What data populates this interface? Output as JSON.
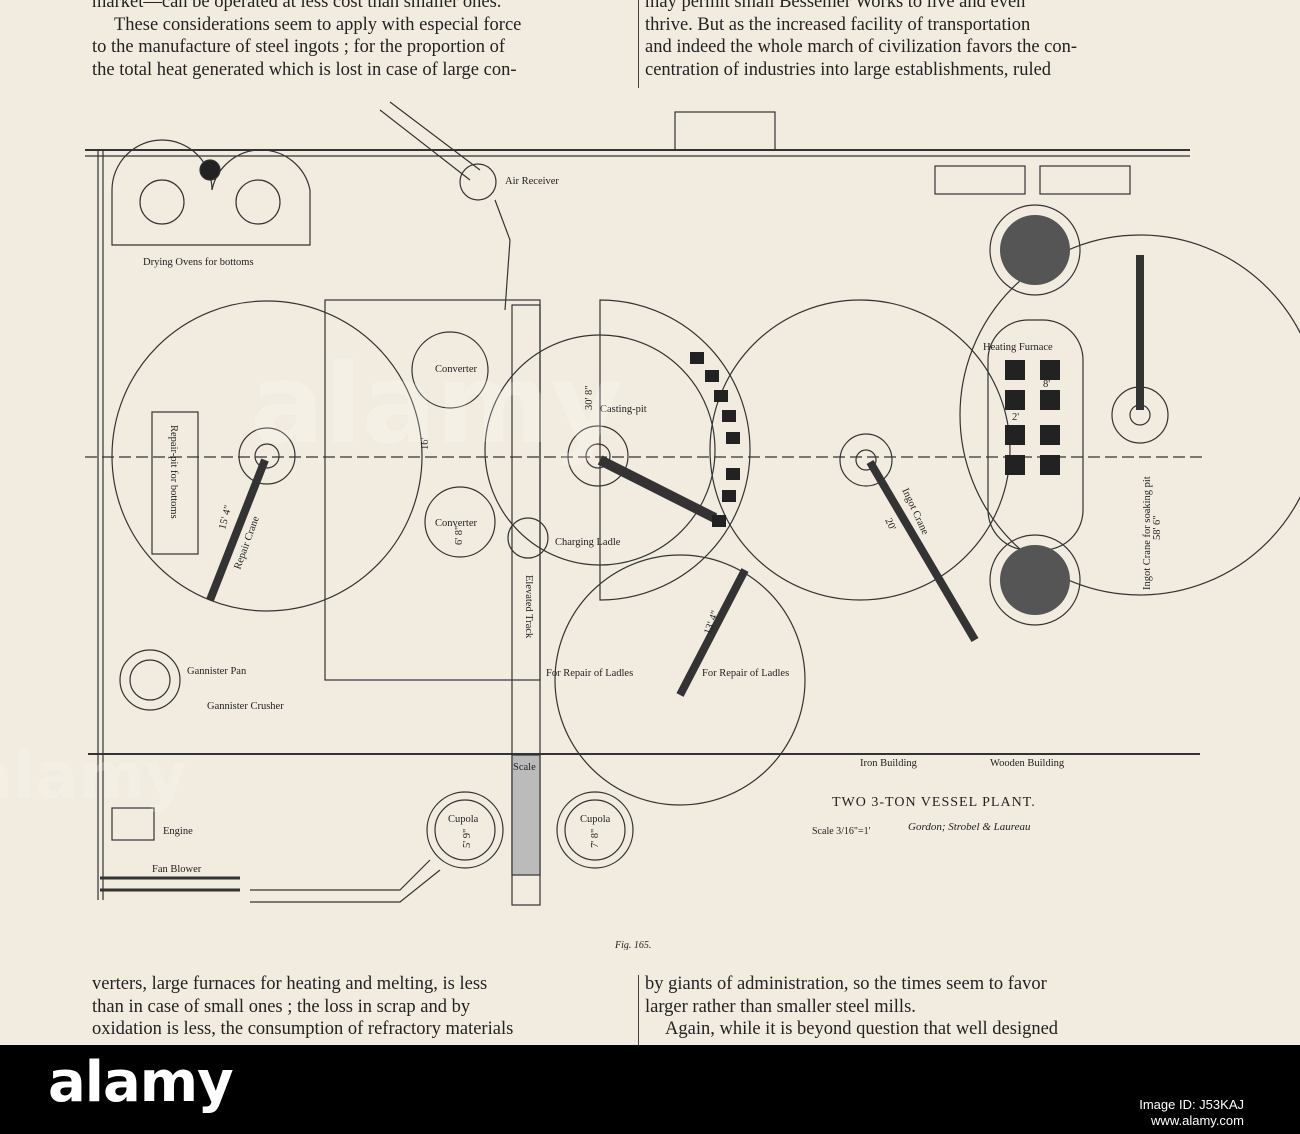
{
  "page": {
    "top_left": [
      "market—can be operated at less cost than smaller ones.",
      "These considerations seem to apply with especial force",
      "to the manufacture of steel ingots ; for the proportion of",
      "the total heat generated which is lost in case of large con-"
    ],
    "top_right": [
      "may permit small Bessemer Works to live and even",
      "thrive.  But as the increased facility of transportation",
      "and indeed the whole march of civilization favors the con-",
      "centration of industries into large establishments, ruled"
    ],
    "bottom_left": [
      "verters, large furnaces for heating and melting, is less",
      "than in case of small ones ; the loss in scrap and by",
      "oxidation is less, the consumption of refractory materials"
    ],
    "bottom_right": [
      "by giants of administration, so the times seem to favor",
      "larger rather than smaller steel mills.",
      "Again, while it is beyond question that well designed"
    ]
  },
  "figure": {
    "title": "TWO 3-TON VESSEL PLANT.",
    "scale": "Scale 3/16\"=1'",
    "authors": "Gordon; Strobel & Laureau",
    "caption": "Fig. 165.",
    "labels": {
      "air_receiver": "Air Receiver",
      "drying_ovens": "Drying Ovens for bottoms",
      "repair_pit": "Repair-pit for bottoms",
      "repair_crane": "Repair Crane",
      "converter_top": "Converter",
      "converter_bottom": "Converter",
      "casting_pit": "Casting-pit",
      "charging_ladle": "Charging Ladle",
      "elevated_track": "Elevated Track",
      "for_repair_1": "For Repair of Ladles",
      "for_repair_2": "For Repair of Ladles",
      "ingot_crane": "Ingot Crane",
      "heating_furnace": "Heating Furnace",
      "ingot_crane_soaking": "Ingot Crane for soaking pit",
      "gannister_pan": "Gannister Pan",
      "gannister_crusher": "Gannister Crusher",
      "engine": "Engine",
      "fan_blower": "Fan Blower",
      "cupola_1": "Cupola",
      "cupola_2": "Cupola",
      "iron_building": "Iron Building",
      "wooden_building": "Wooden Building",
      "scale_mark": "Scale",
      "dim_30_8": "30' 8\"",
      "dim_15_4": "15' 4\"",
      "dim_16": "16'",
      "dim_6_8": "6' 8\"",
      "dim_13_4": "13' 4\"",
      "dim_20": "20'",
      "dim_58_6": "58' 6\"",
      "dim_2": "2'",
      "dim_8": "8'",
      "dim_5_9": "5' 9\"",
      "dim_7_8": "7' 8\""
    }
  },
  "watermark": {
    "logo": "alamy",
    "image_id": "Image ID: J53KAJ",
    "site": "www.alamy.com"
  }
}
